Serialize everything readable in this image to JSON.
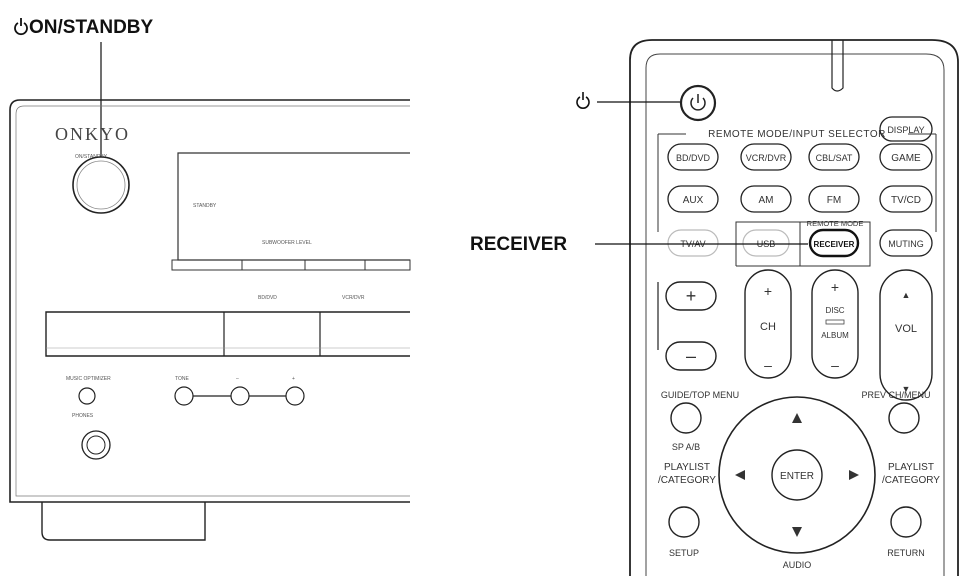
{
  "callouts": {
    "on_standby": "ON/STANDBY",
    "receiver": "RECEIVER"
  },
  "front_panel": {
    "brand": "ONKYO",
    "power_label": "ON/STANDBY",
    "display_text": "STANDBY",
    "subwoofer_label": "SUBWOOFER LEVEL",
    "input_labels": [
      "BD/DVD",
      "VCR/DVR"
    ],
    "music_optimizer_label": "MUSIC OPTIMIZER",
    "tone_label": "TONE",
    "minus_label": "–",
    "plus_label": "+",
    "phones_label": "PHONES"
  },
  "remote": {
    "display_button": "DISPLAY",
    "section_label": "REMOTE MODE/INPUT SELECTOR",
    "input_row1": [
      "BD/DVD",
      "VCR/DVR",
      "CBL/SAT",
      "GAME"
    ],
    "input_row2": [
      "AUX",
      "AM",
      "FM",
      "TV/CD"
    ],
    "remote_mode_label": "REMOTE MODE",
    "mode_row": [
      "TV/AV",
      "USB",
      "RECEIVER",
      "MUTING"
    ],
    "plus": "+",
    "minus": "–",
    "ch_label": "CH",
    "disc_label": "DISC",
    "album_label": "ALBUM",
    "vol_label": "VOL",
    "vol_up": "▲",
    "vol_down": "▼",
    "guide_label": "GUIDE/TOP MENU",
    "prev_label": "PREV CH/MENU",
    "sp_label": "SP A/B",
    "playlist_left": [
      "PLAYLIST",
      "/CATEGORY"
    ],
    "playlist_right": [
      "PLAYLIST",
      "/CATEGORY"
    ],
    "enter_label": "ENTER",
    "setup_label": "SETUP",
    "audio_label": "AUDIO",
    "return_label": "RETURN"
  },
  "colors": {
    "ink": "#222222",
    "panel": "#ffffff",
    "grey": "#888888"
  }
}
